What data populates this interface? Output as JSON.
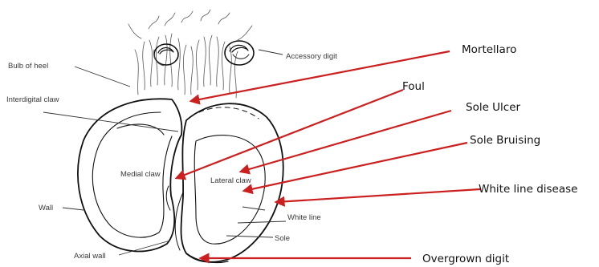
{
  "anatomy_labels": {
    "bulb_of_heel": "Bulb of heel",
    "accessory_digit": "Accessory digit",
    "interdigital_claw": "Interdigital claw",
    "medial_claw": "Medial claw",
    "lateral_claw": "Lateral claw",
    "wall": "Wall",
    "white_line": "White line",
    "sole": "Sole",
    "axial_wall": "Axial wall"
  },
  "disease_labels": {
    "mortellaro": "Mortellaro",
    "foul": "Foul",
    "sole_ulcer": "Sole Ulcer",
    "sole_bruising": "Sole Bruising",
    "white_line_disease": "White line disease",
    "overgrown_digit": "Overgrown digit"
  },
  "colors": {
    "arrow": "#cc1f1f",
    "ink": "#111111",
    "label_text": "#3a3a3a"
  }
}
